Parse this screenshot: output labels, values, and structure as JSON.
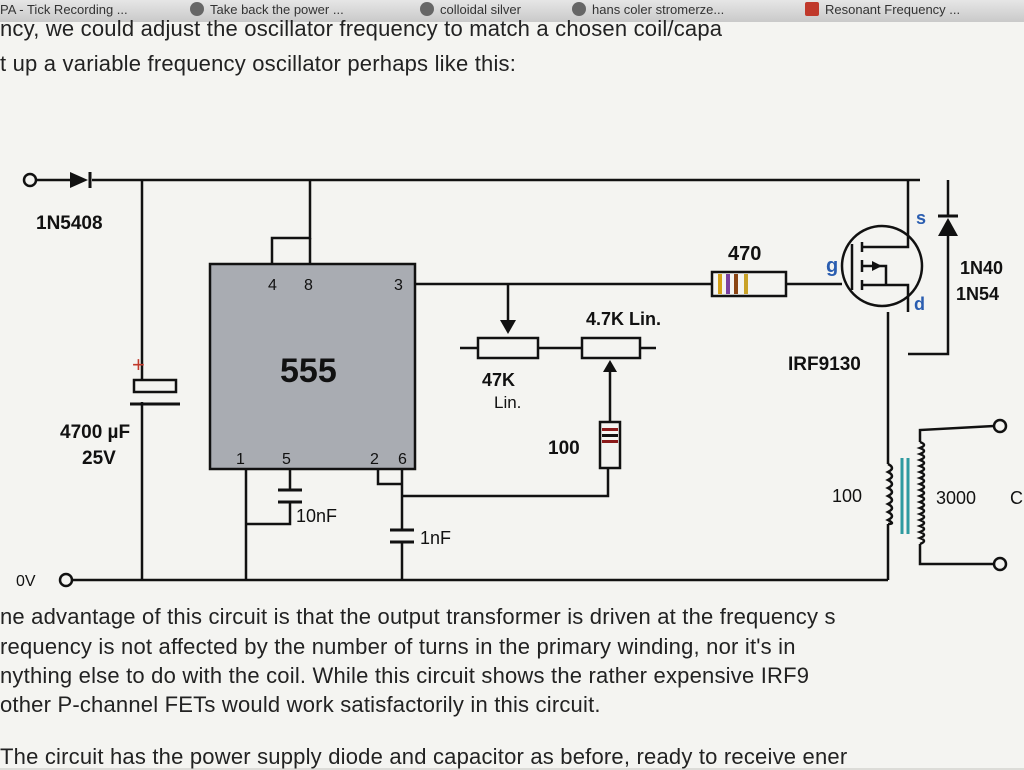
{
  "browser": {
    "tabs": [
      {
        "title": "PA - Tick Recording ..."
      },
      {
        "title": "Take back the power ..."
      },
      {
        "title": "colloidal silver"
      },
      {
        "title": "hans coler stromerze..."
      },
      {
        "title": "Resonant Frequency ..."
      }
    ]
  },
  "article": {
    "top_lines": [
      "ncy, we could adjust the oscillator frequency to match a chosen coil/capa",
      "t up a variable frequency oscillator perhaps like this:"
    ],
    "bottom_lines": [
      "ne advantage of this circuit is that the output transformer is driven at the frequency s",
      "requency is not affected by the number of turns in the primary winding, nor it's in",
      "nything else to do with the coil.  While this circuit shows the rather expensive IRF9",
      "other P-channel FETs would work satisfactorily in this circuit.",
      "The circuit has the power supply diode and capacitor as before, ready to receive ener"
    ]
  },
  "schematic": {
    "input_diode": "1N5408",
    "capacitor_value": "4700 µF",
    "capacitor_voltage": "25V",
    "capacitor_polarity": "+",
    "ground_label": "0V",
    "ic": {
      "label": "555",
      "pin4": "4",
      "pin8": "8",
      "pin3": "3",
      "pin1": "1",
      "pin5": "5",
      "pin2": "2",
      "pin6": "6"
    },
    "cap_10nf": "10nF",
    "cap_1nf": "1nF",
    "pot_47k": "47K",
    "pot_47k_type": "Lin.",
    "pot_4k7": "4.7K Lin.",
    "resistor_100": "100",
    "resistor_470": "470",
    "mosfet": "IRF9130",
    "mosfet_s": "s",
    "mosfet_g": "g",
    "mosfet_d": "d",
    "flyback_diode_line1": "1N40",
    "flyback_diode_line2": "1N54",
    "primary_turns": "100",
    "secondary_turns": "3000",
    "output_partial": "C"
  },
  "colors": {
    "page_bg": "#f4f4f1",
    "chip_fill": "#a9acb2",
    "link_blue": "#2a5db0",
    "capacitor_plus": "#c0392b",
    "core_teal": "#2e9aa0"
  }
}
